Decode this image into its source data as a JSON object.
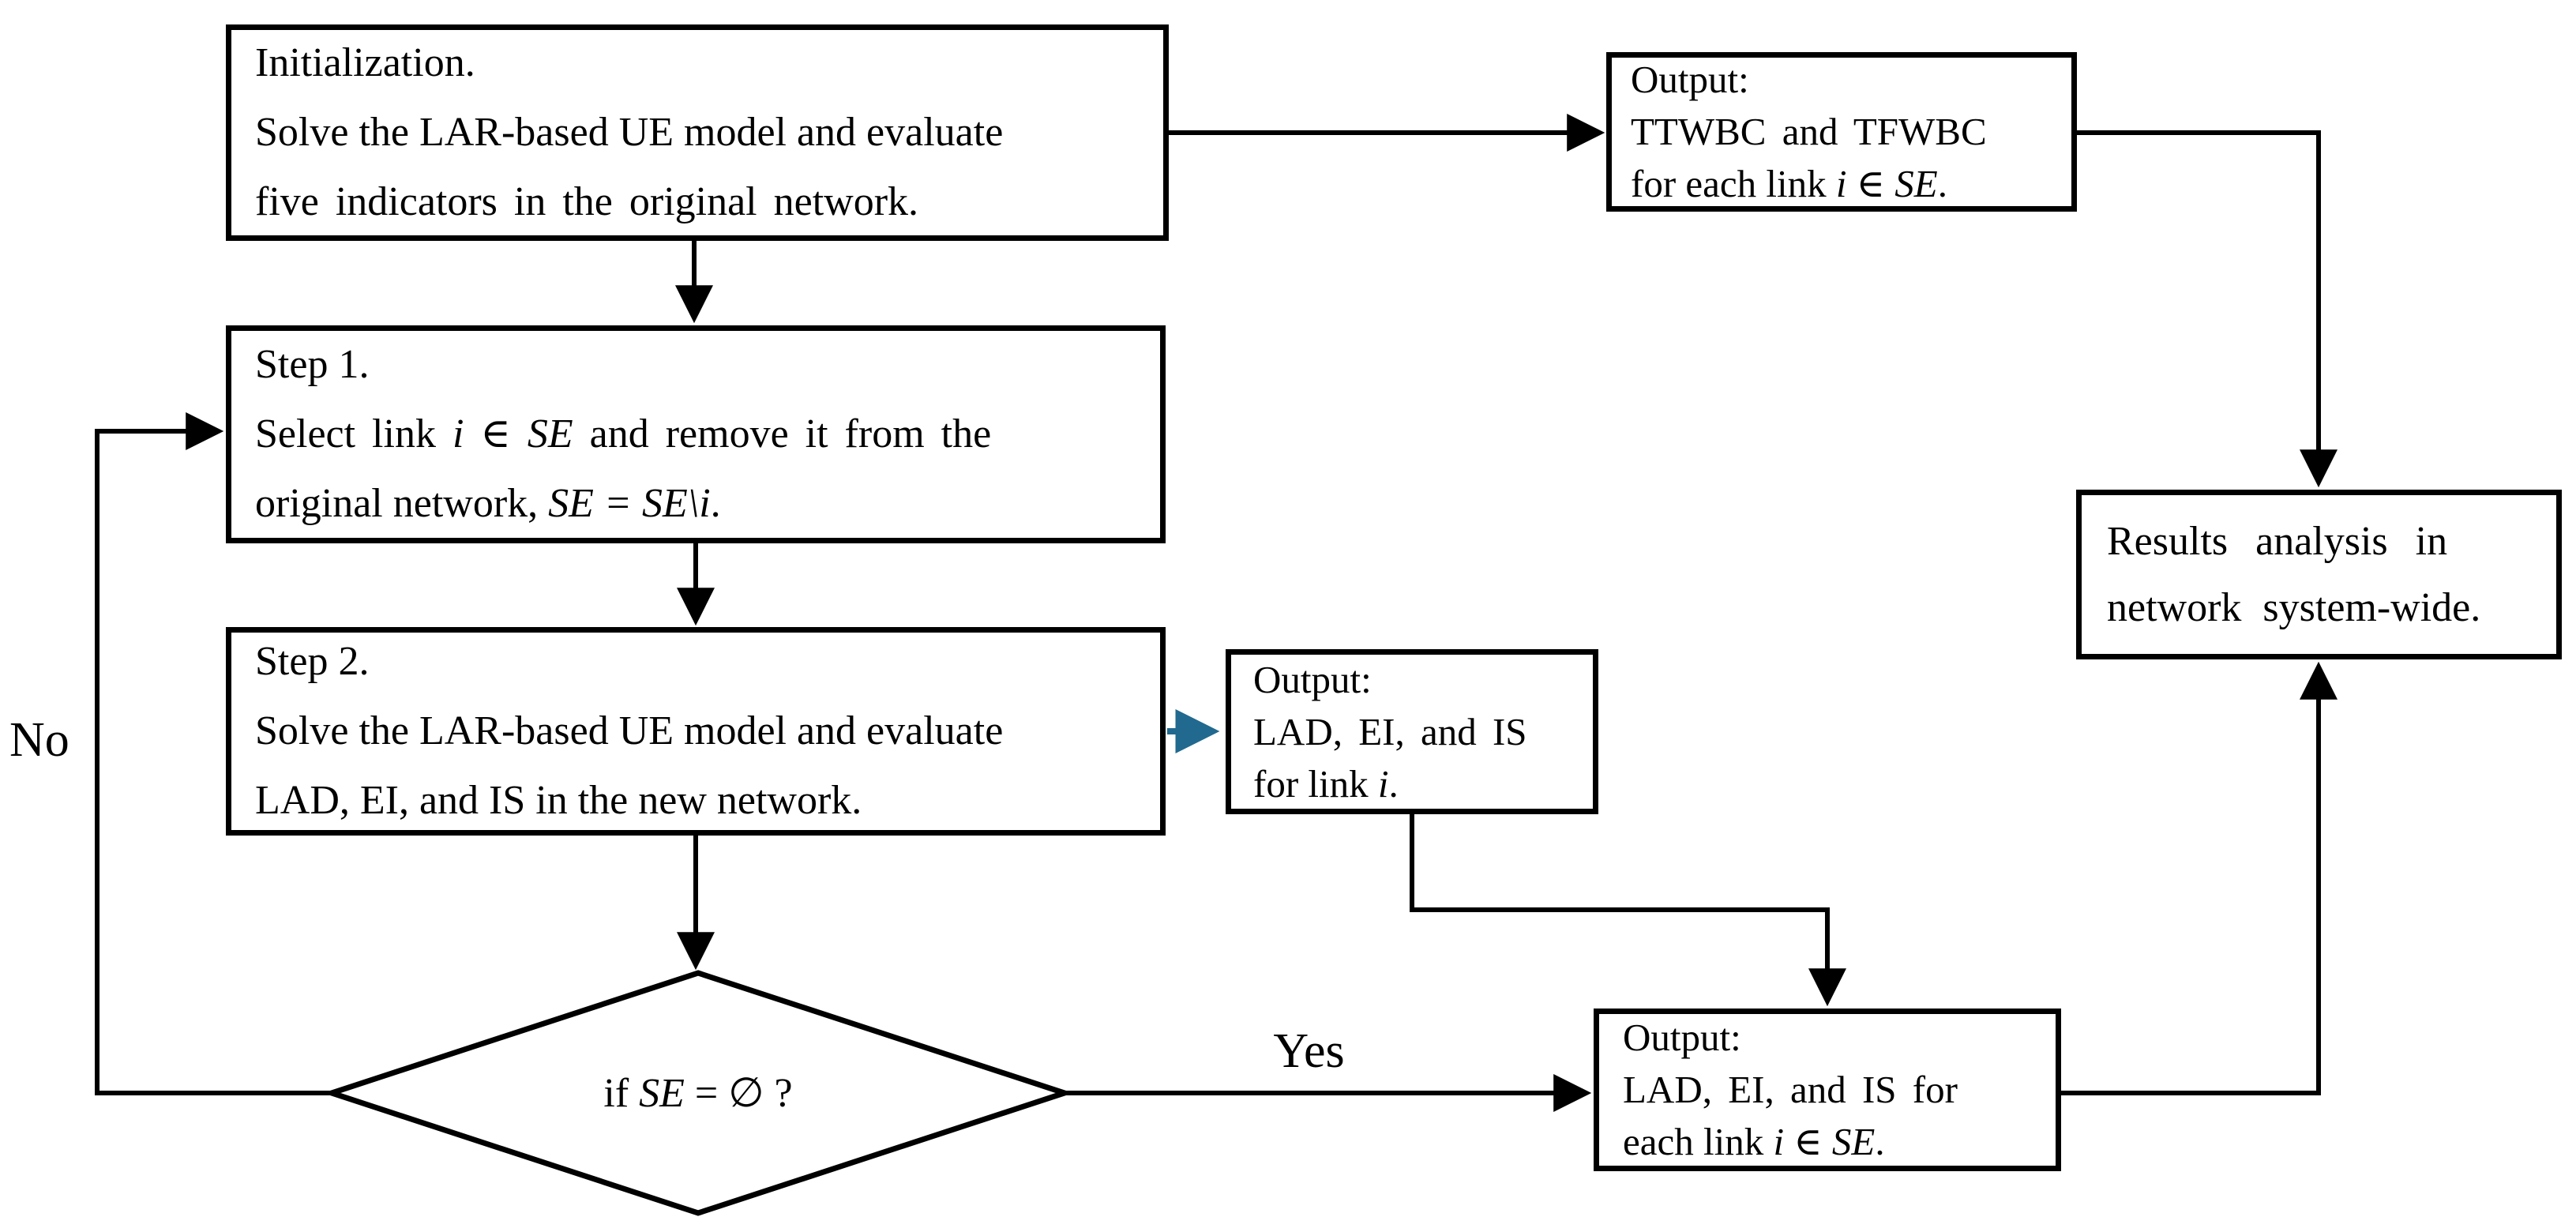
{
  "diagram_type": "flowchart",
  "colors": {
    "line": "#000000",
    "highlight_arrow": "#21698F",
    "background": "#ffffff"
  },
  "labels": {
    "no": "No",
    "yes": "Yes"
  },
  "boxes": {
    "init": {
      "line1": "Initialization.",
      "line2": "Solve the LAR-based UE model and evaluate",
      "line3": "five indicators in the original network."
    },
    "output_top": {
      "line1": "Output:",
      "line2": "TTWBC and TFWBC",
      "line3_pre": "for each link ",
      "line3_math": "i ∈ SE",
      "line3_post": "."
    },
    "step1": {
      "line1": "Step 1.",
      "line2_pre": "Select link ",
      "line2_math": "i ∈ SE",
      "line2_post": " and remove it from the",
      "line3_pre": "original network, ",
      "line3_math": "SE = SE\\i",
      "line3_post": "."
    },
    "step2": {
      "line1": "Step 2.",
      "line2": "Solve the LAR-based UE model and evaluate",
      "line3": "LAD, EI, and IS in the new network."
    },
    "output_link": {
      "line1": "Output:",
      "line2": "LAD, EI, and IS",
      "line3_pre": "for link ",
      "line3_math": "i",
      "line3_post": "."
    },
    "results": {
      "line1": "Results analysis in",
      "line2": "network system-wide."
    },
    "output_each": {
      "line1": "Output:",
      "line2": "LAD, EI, and IS for",
      "line3_pre": "each link ",
      "line3_math": "i ∈ SE",
      "line3_post": "."
    },
    "decision": {
      "pre": "if ",
      "math": "SE",
      "post": " = ∅ ?"
    }
  }
}
